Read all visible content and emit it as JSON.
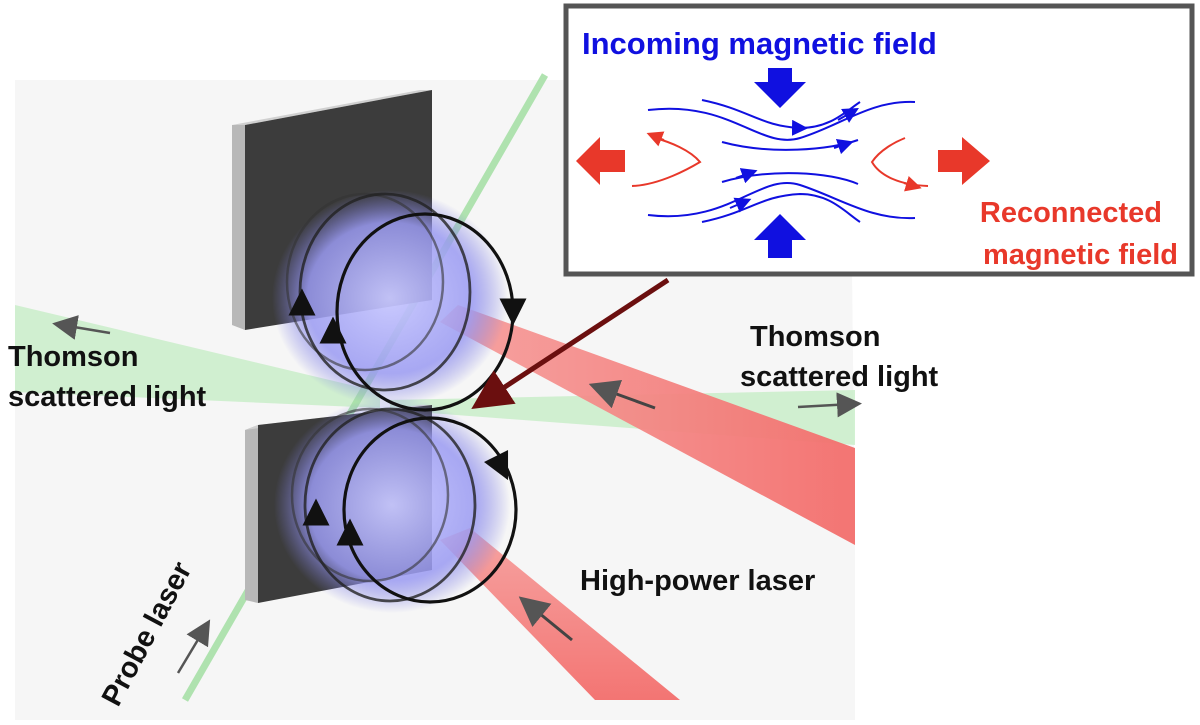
{
  "labels": {
    "incoming_field": "Incoming magnetic field",
    "reconnected_line1": "Reconnected",
    "reconnected_line2": "magnetic field",
    "thomson_left_line1": "Thomson",
    "thomson_left_line2": "scattered light",
    "thomson_right_line1": "Thomson",
    "thomson_right_line2": "scattered light",
    "high_power_laser": "High-power laser",
    "probe_laser": "Probe laser"
  },
  "colors": {
    "incoming": "#1010e0",
    "reconnected": "#e8382a",
    "laser": "#f47a78",
    "probe": "#a8e0a8",
    "target": "#3c3c3c",
    "plasma": "#8c8cf0",
    "pointer": "#6b0f0f"
  }
}
